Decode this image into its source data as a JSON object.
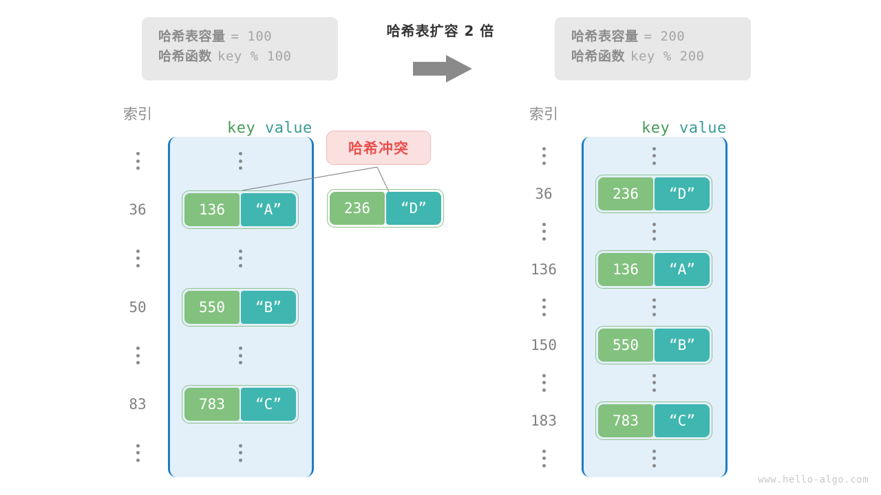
{
  "watermark": "www.hello-algo.com",
  "transition": {
    "title": "哈希表扩容 2 倍",
    "arrow_icon": "arrow-right-icon"
  },
  "info_left": {
    "capacity_label": "哈希表容量",
    "capacity_value": "= 100",
    "function_label": "哈希函数",
    "function_value": "key % 100"
  },
  "info_right": {
    "capacity_label": "哈希表容量",
    "capacity_value": "= 200",
    "function_label": "哈希函数",
    "function_value": "key % 200"
  },
  "collision_badge": {
    "label": "哈希冲突"
  },
  "left_table": {
    "index_heading": "索引",
    "key_heading": "key",
    "value_heading": "value",
    "rows": [
      {
        "type": "ellipsis",
        "index": "⋮"
      },
      {
        "type": "entry",
        "index": "36",
        "key": "136",
        "value": "“A”"
      },
      {
        "type": "ellipsis",
        "index": "⋮"
      },
      {
        "type": "entry",
        "index": "50",
        "key": "550",
        "value": "“B”"
      },
      {
        "type": "ellipsis",
        "index": "⋮"
      },
      {
        "type": "entry",
        "index": "83",
        "key": "783",
        "value": "“C”"
      },
      {
        "type": "ellipsis",
        "index": "⋮"
      }
    ]
  },
  "right_table": {
    "index_heading": "索引",
    "key_heading": "key",
    "value_heading": "value",
    "rows": [
      {
        "type": "ellipsis",
        "index": "⋮"
      },
      {
        "type": "entry",
        "index": "36",
        "key": "236",
        "value": "“D”"
      },
      {
        "type": "ellipsis",
        "index": "⋮"
      },
      {
        "type": "entry",
        "index": "136",
        "key": "136",
        "value": "“A”"
      },
      {
        "type": "ellipsis",
        "index": "⋮"
      },
      {
        "type": "entry",
        "index": "150",
        "key": "550",
        "value": "“B”"
      },
      {
        "type": "ellipsis",
        "index": "⋮"
      },
      {
        "type": "entry",
        "index": "183",
        "key": "783",
        "value": "“C”"
      },
      {
        "type": "ellipsis",
        "index": "⋮"
      }
    ]
  },
  "floating_pair": {
    "key": "236",
    "value": "“D”"
  },
  "colors": {
    "key_fill": "#83c17f",
    "value_fill": "#3fb6b0",
    "table_fill": "#e3f0fa",
    "table_border": "#1d7cc4",
    "badge_text": "#e8514f",
    "badge_fill": "#fbe0e0",
    "info_fill": "#e8e8e8"
  }
}
